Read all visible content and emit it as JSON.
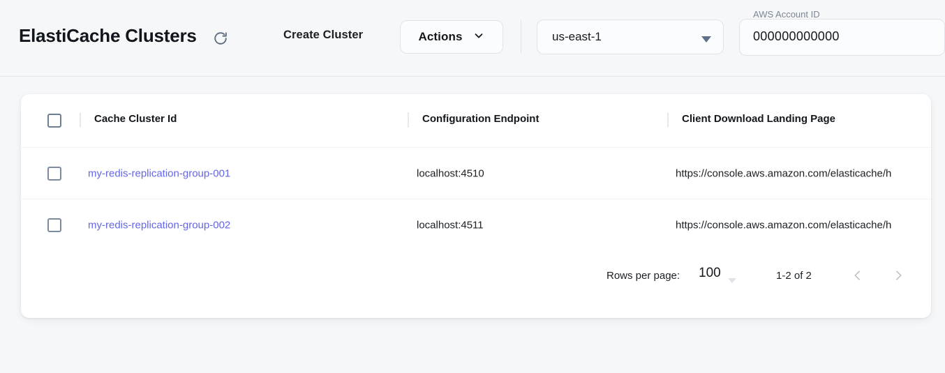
{
  "header": {
    "title": "ElastiCache Clusters",
    "refresh_icon": "refresh-icon",
    "create_cluster_label": "Create Cluster",
    "actions_label": "Actions",
    "actions_caret_icon": "chevron-down-icon",
    "region": {
      "value": "us-east-1",
      "caret_icon": "triangle-down-icon"
    },
    "account": {
      "label": "AWS Account ID",
      "value": "000000000000"
    }
  },
  "table": {
    "columns": [
      "Cache Cluster Id",
      "Configuration Endpoint",
      "Client Download Landing Page"
    ],
    "rows": [
      {
        "cluster_id": "my-redis-replication-group-001",
        "endpoint": "localhost:4510",
        "landing_page": "https://console.aws.amazon.com/elasticache/h"
      },
      {
        "cluster_id": "my-redis-replication-group-002",
        "endpoint": "localhost:4511",
        "landing_page": "https://console.aws.amazon.com/elasticache/h"
      }
    ]
  },
  "pagination": {
    "rows_per_page_label": "Rows per page:",
    "rows_per_page_value": "100",
    "range_label": "1-2 of 2",
    "prev_icon": "chevron-left-icon",
    "next_icon": "chevron-right-icon"
  },
  "colors": {
    "link": "#6366e8",
    "page_bg": "#f6f7f9",
    "card_bg": "#ffffff"
  }
}
